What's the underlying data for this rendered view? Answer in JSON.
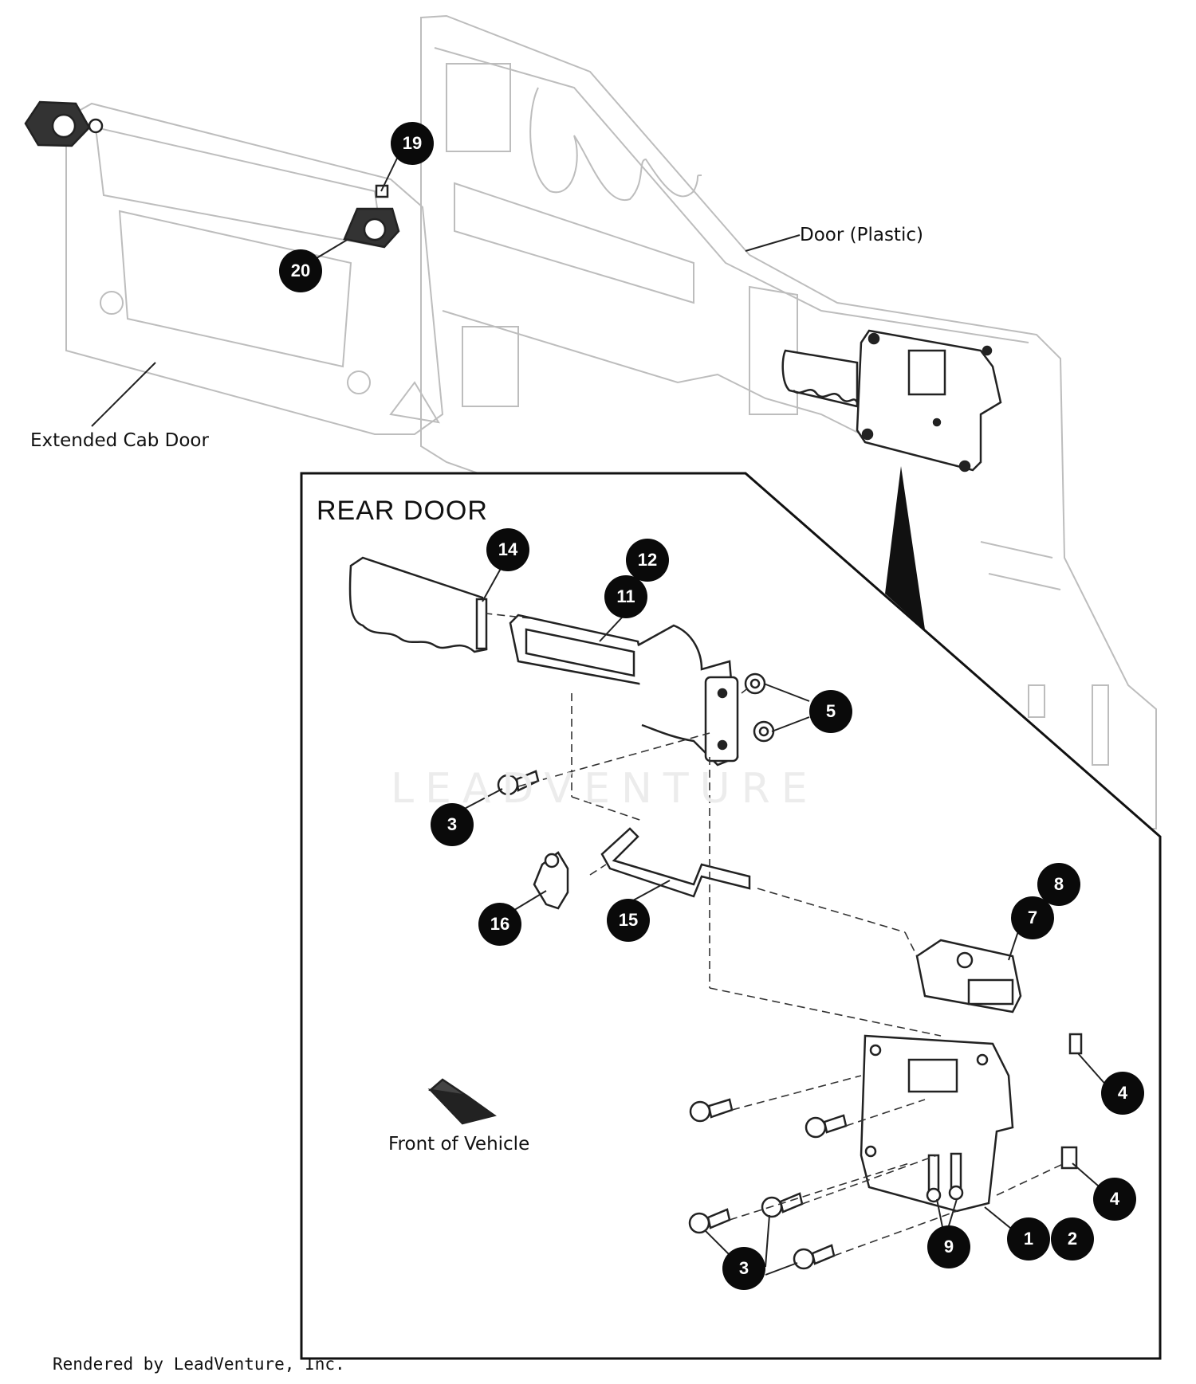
{
  "labels": {
    "door_plastic": "Door (Plastic)",
    "extended_cab_door": "Extended Cab Door",
    "front_of_vehicle": "Front of Vehicle",
    "watermark": "LEADVENTURE"
  },
  "inset": {
    "title": "REAR DOOR"
  },
  "callouts": [
    "19",
    "20",
    "14",
    "12",
    "11",
    "5",
    "3",
    "16",
    "15",
    "8",
    "7",
    "4",
    "4",
    "1",
    "2",
    "9",
    "3"
  ],
  "footer": "Rendered by LeadVenture, Inc."
}
